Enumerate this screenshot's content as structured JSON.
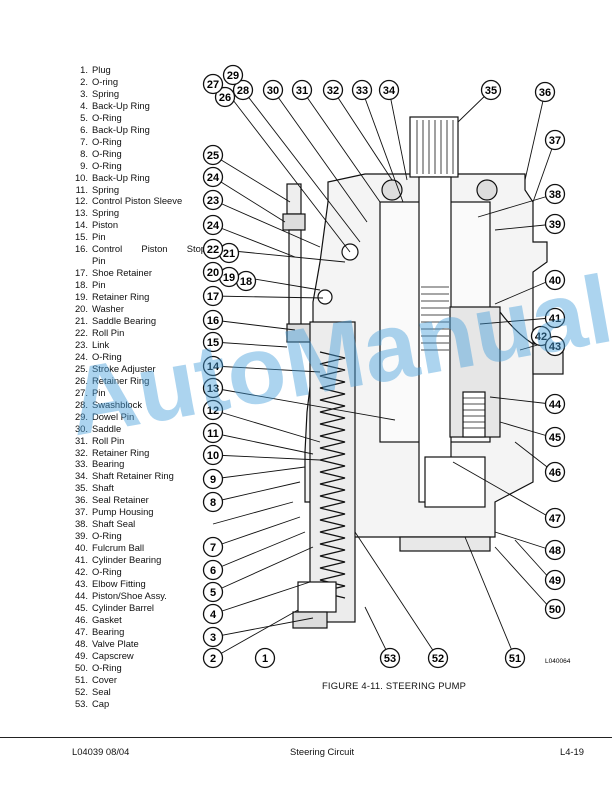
{
  "parts": [
    {
      "n": "1.",
      "name": "Plug"
    },
    {
      "n": "2.",
      "name": "O-ring"
    },
    {
      "n": "3.",
      "name": "Spring"
    },
    {
      "n": "4.",
      "name": "Back-Up Ring"
    },
    {
      "n": "5.",
      "name": "O-Ring"
    },
    {
      "n": "6.",
      "name": "Back-Up Ring"
    },
    {
      "n": "7.",
      "name": "O-Ring"
    },
    {
      "n": "8.",
      "name": "O-Ring"
    },
    {
      "n": "9.",
      "name": "O-Ring"
    },
    {
      "n": "10.",
      "name": "Back-Up Ring"
    },
    {
      "n": "11.",
      "name": "Spring"
    },
    {
      "n": "12.",
      "name": "Control Piston Sleeve"
    },
    {
      "n": "13.",
      "name": "Spring"
    },
    {
      "n": "14.",
      "name": "Piston"
    },
    {
      "n": "15.",
      "name": "Pin"
    },
    {
      "n": "16.",
      "name": "Control Piston Stop"
    },
    {
      "n": "",
      "name": "Pin"
    },
    {
      "n": "17.",
      "name": "Shoe Retainer"
    },
    {
      "n": "18.",
      "name": "Pin"
    },
    {
      "n": "19.",
      "name": "Retainer Ring"
    },
    {
      "n": "20.",
      "name": "Washer"
    },
    {
      "n": "21.",
      "name": "Saddle Bearing"
    },
    {
      "n": "22.",
      "name": "Roll Pin"
    },
    {
      "n": "23.",
      "name": "Link"
    },
    {
      "n": "24.",
      "name": "O-Ring"
    },
    {
      "n": "25.",
      "name": "Stroke Adjuster"
    },
    {
      "n": "26.",
      "name": "Retainer Ring"
    },
    {
      "n": "27.",
      "name": "Pin"
    },
    {
      "n": "28.",
      "name": "Swashblock"
    },
    {
      "n": "29.",
      "name": "Dowel Pin"
    },
    {
      "n": "30.",
      "name": "Saddle"
    },
    {
      "n": "31.",
      "name": "Roll Pin"
    },
    {
      "n": "32.",
      "name": "Retainer Ring"
    },
    {
      "n": "33.",
      "name": "Bearing"
    },
    {
      "n": "34.",
      "name": "Shaft Retainer Ring"
    },
    {
      "n": "35.",
      "name": "Shaft"
    },
    {
      "n": "36.",
      "name": "Seal Retainer"
    },
    {
      "n": "37.",
      "name": "Pump Housing"
    },
    {
      "n": "38.",
      "name": "Shaft Seal"
    },
    {
      "n": "39.",
      "name": "O-Ring"
    },
    {
      "n": "40.",
      "name": "Fulcrum Ball"
    },
    {
      "n": "41.",
      "name": "Cylinder Bearing"
    },
    {
      "n": "42.",
      "name": "O-Ring"
    },
    {
      "n": "43.",
      "name": "Elbow Fitting"
    },
    {
      "n": "44.",
      "name": "Piston/Shoe Assy."
    },
    {
      "n": "45.",
      "name": "Cylinder Barrel"
    },
    {
      "n": "46.",
      "name": "Gasket"
    },
    {
      "n": "47.",
      "name": "Bearing"
    },
    {
      "n": "48.",
      "name": "Valve Plate"
    },
    {
      "n": "49.",
      "name": "Capscrew"
    },
    {
      "n": "50.",
      "name": "O-Ring"
    },
    {
      "n": "51.",
      "name": "Cover"
    },
    {
      "n": "52.",
      "name": "Seal"
    },
    {
      "n": "53.",
      "name": "Cap"
    }
  ],
  "callout_labels": [
    "1",
    "2",
    "3",
    "4",
    "5",
    "6",
    "7",
    "8",
    "9",
    "10",
    "11",
    "12",
    "13",
    "14",
    "15",
    "16",
    "17",
    "18",
    "19",
    "20",
    "21",
    "22",
    "23",
    "24",
    "24",
    "25",
    "26",
    "27",
    "28",
    "29",
    "30",
    "31",
    "32",
    "33",
    "34",
    "35",
    "36",
    "37",
    "38",
    "39",
    "40",
    "41",
    "42",
    "43",
    "44",
    "45",
    "46",
    "47",
    "48",
    "49",
    "50",
    "51",
    "52",
    "53"
  ],
  "drawing_code": "L040064",
  "figure_caption": "FIGURE 4-11. STEERING PUMP",
  "watermark": "AutoManual",
  "footer": {
    "doc_id": "L04039   08/04",
    "section": "Steering Circuit",
    "page": "L4-19"
  }
}
